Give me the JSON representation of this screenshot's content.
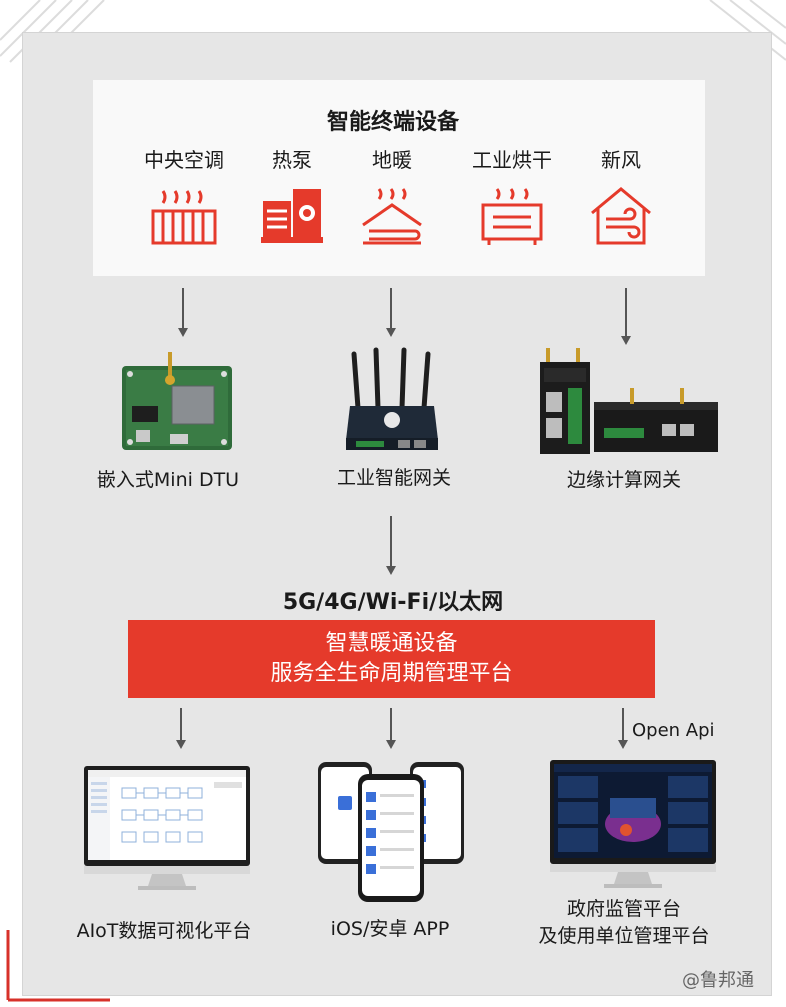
{
  "top": {
    "title": "智能终端设备",
    "terminals": [
      "中央空调",
      "热泵",
      "地暖",
      "工业烘干",
      "新风"
    ]
  },
  "devices": {
    "dtu": "嵌入式Mini DTU",
    "gateway": "工业智能网关",
    "edge": "边缘计算网关"
  },
  "network": "5G/4G/Wi-Fi/以太网",
  "platform": {
    "line1": "智慧暖通设备",
    "line2": "服务全生命周期管理平台"
  },
  "open_api": "Open Api",
  "outputs": {
    "aiot": "AIoT数据可视化平台",
    "app": "iOS/安卓 APP",
    "gov_line1": "政府监管平台",
    "gov_line2": "及使用单位管理平台"
  },
  "watermark": "@鲁邦通",
  "colors": {
    "accent": "#e53a2b",
    "panel": "#e6e6e6",
    "text": "#1a1a1a"
  }
}
